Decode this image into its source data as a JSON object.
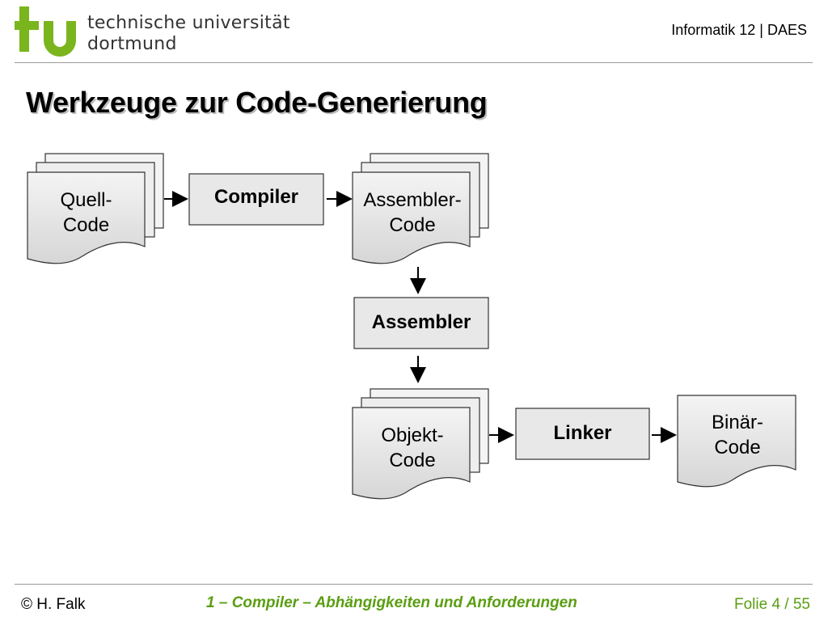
{
  "header": {
    "logo_line1": "technische universität",
    "logo_line2": "dortmund",
    "right_text": "Informatik 12 | DAES"
  },
  "title": "Werkzeuge zur Code-Generierung",
  "diagram": {
    "documents": {
      "source": {
        "line1": "Quell-",
        "line2": "Code"
      },
      "assembler_code": {
        "line1": "Assembler-",
        "line2": "Code"
      },
      "object_code": {
        "line1": "Objekt-",
        "line2": "Code"
      },
      "binary_code": {
        "line1": "Binär-",
        "line2": "Code"
      }
    },
    "tools": {
      "compiler": "Compiler",
      "assembler": "Assembler",
      "linker": "Linker"
    },
    "colors": {
      "box_fill": "#e8e8e8",
      "box_stroke": "#333333"
    }
  },
  "footer": {
    "left": "© H. Falk",
    "center": "1 – Compiler – Abhängigkeiten und Anforderungen",
    "right": "Folie 4 / 55",
    "accent": "#5a9e12"
  }
}
